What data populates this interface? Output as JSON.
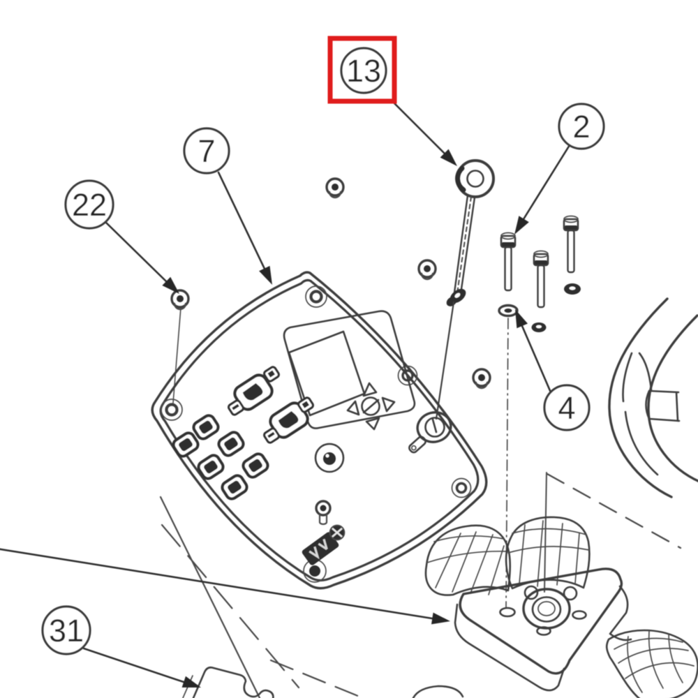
{
  "diagram": {
    "kind": "exploded-parts-diagram",
    "background_color": "#ffffff",
    "line_color": "#3c3c3c",
    "highlight_color": "#e01a1a",
    "highlighted_callout": "13",
    "callouts": [
      {
        "label": "13",
        "highlighted": true
      },
      {
        "label": "2",
        "highlighted": false
      },
      {
        "label": "7",
        "highlighted": false
      },
      {
        "label": "22",
        "highlighted": false
      },
      {
        "label": "4",
        "highlighted": false
      },
      {
        "label": "31",
        "highlighted": false
      }
    ]
  }
}
